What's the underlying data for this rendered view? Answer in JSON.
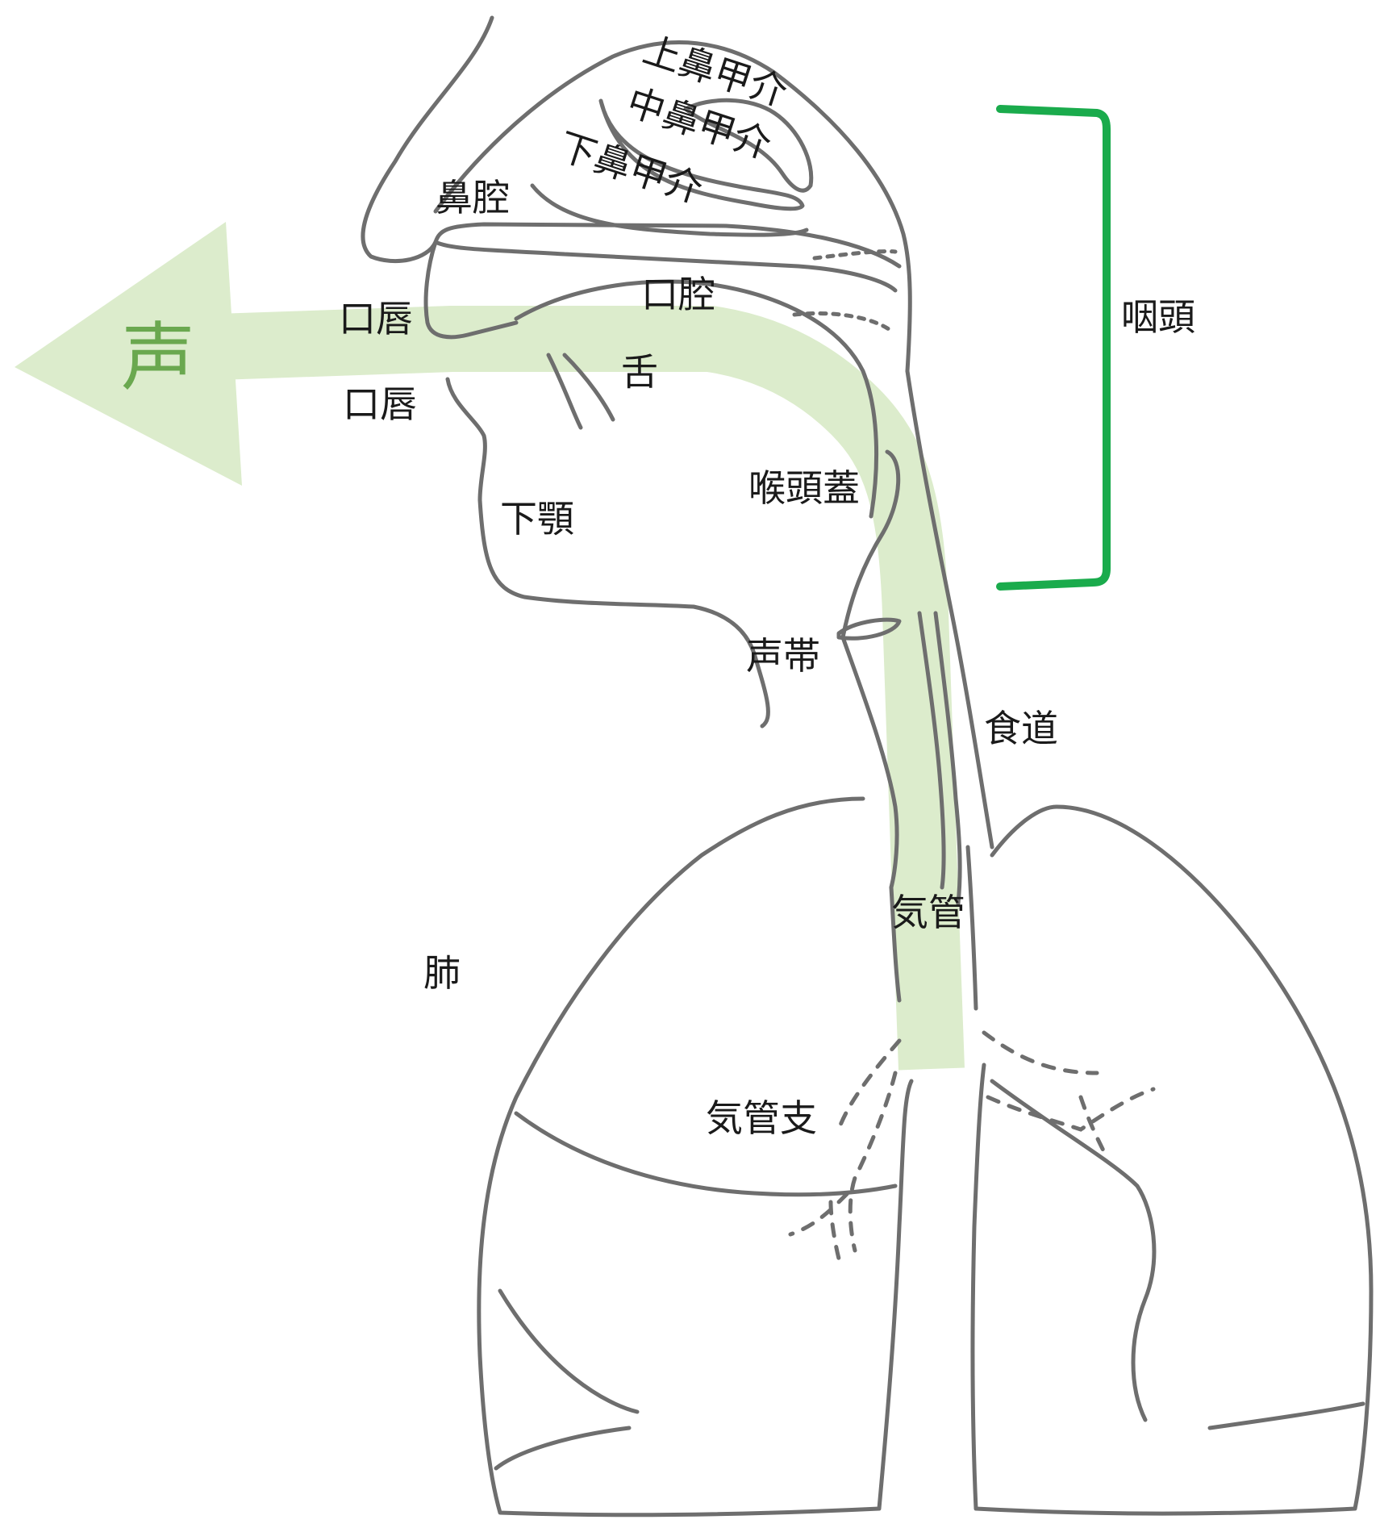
{
  "voice_label": "声",
  "bracket": {
    "label": "咽頭",
    "color": "#1aab4c"
  },
  "airflow_color": "#dceccc",
  "outline_color": "#6e6e6e",
  "labels": {
    "superior_turbinate": "上鼻甲介",
    "middle_turbinate": "中鼻甲介",
    "inferior_turbinate": "下鼻甲介",
    "nasal_cavity": "鼻腔",
    "upper_lip": "口唇",
    "lower_lip": "口唇",
    "oral_cavity": "口腔",
    "tongue": "舌",
    "epiglottis": "喉頭蓋",
    "mandible": "下顎",
    "vocal_cords": "声帯",
    "esophagus": "食道",
    "trachea": "気管",
    "lung": "肺",
    "bronchi": "気管支"
  }
}
